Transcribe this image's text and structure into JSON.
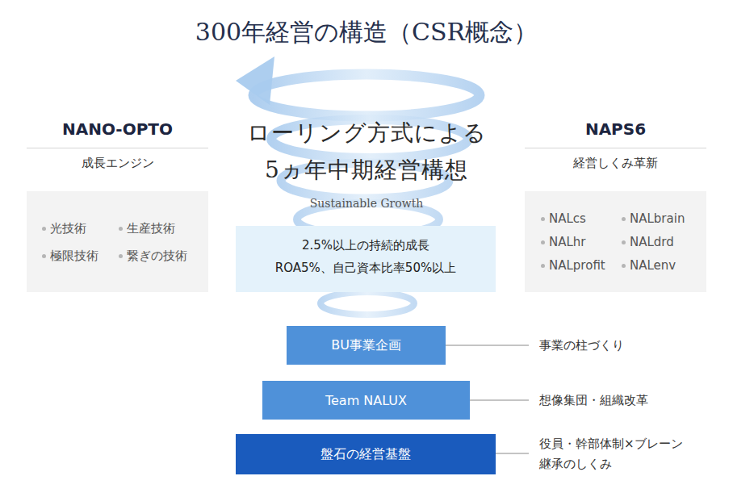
{
  "diagram": {
    "title": "300年経営の構造（CSR概念）",
    "nodes": [
      {
        "text": [
          "NANO-OPTO",
          "成長エンジン",
          "光技術",
          "生産技術",
          "極限技術",
          "繋ぎの技術"
        ]
      },
      {
        "text": [
          "2.5%以上の持続的成長",
          "ROA5%、自己資本比率50%以上"
        ]
      },
      {
        "text": [
          "NAPS6",
          "経営しくみ革新",
          "NALcs",
          "NALbrain",
          "NALhr",
          "NALdrd",
          "NALprofit",
          "NALenv"
        ]
      },
      {
        "text": [
          "BU事業企画"
        ]
      },
      {
        "text": [
          "Team NALUX"
        ]
      },
      {
        "text": [
          "盤石の経営基盤"
        ]
      }
    ],
    "labels": [
      "ローリング方式による 5ヵ年中期経営構想",
      "Sustainable Growth",
      "事業の柱づくり",
      "想像集団・組織改革",
      "役員・幹部体制×ブレーン 継承のしくみ"
    ]
  }
}
